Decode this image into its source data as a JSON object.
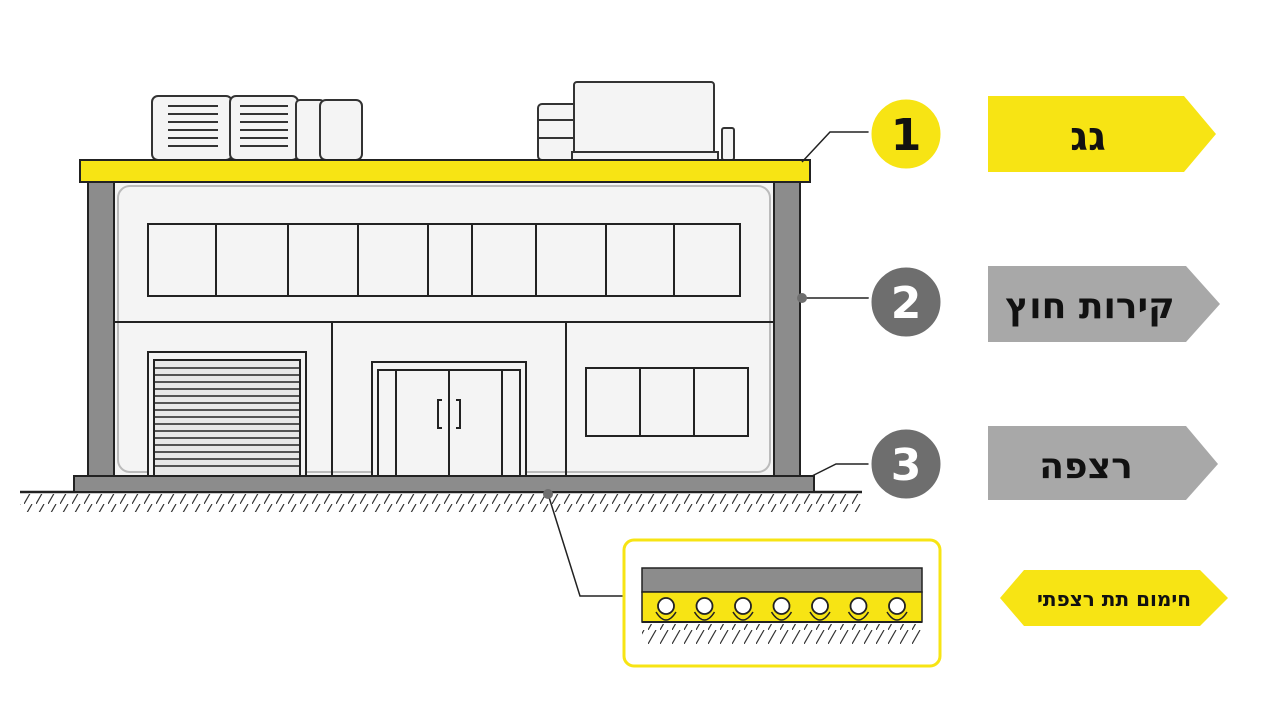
{
  "colors": {
    "accent": "#f7e414",
    "gray": "#8c8c8c",
    "dark_gray": "#6e6e6e",
    "light_gray": "#a8a8a8",
    "outline": "#222222",
    "panel": "#f2f2f2",
    "background": "#ffffff"
  },
  "callouts": [
    {
      "number": "1",
      "label": "גג",
      "style": "yellow"
    },
    {
      "number": "2",
      "label": "קירות חוץ",
      "style": "gray"
    },
    {
      "number": "3",
      "label": "רצפה",
      "style": "gray"
    }
  ],
  "detail": {
    "label": "חימום תת רצפתי",
    "pipe_count": 7
  }
}
